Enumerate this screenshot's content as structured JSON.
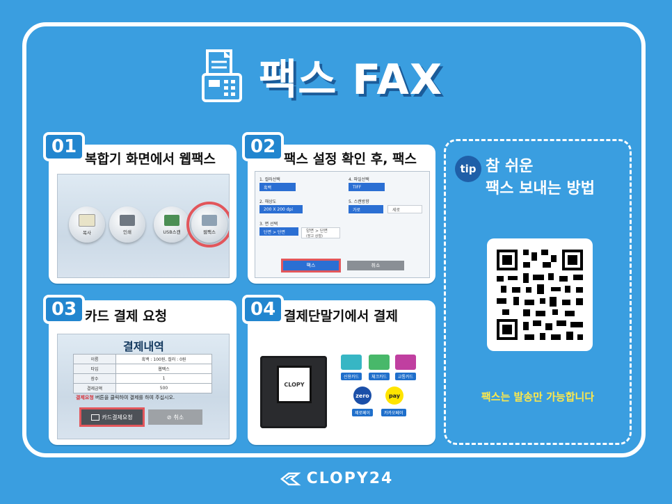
{
  "title": {
    "text": "팩스 FAX"
  },
  "steps": [
    {
      "num": "01",
      "title": "복합기 화면에서 웹팩스",
      "buttons": [
        {
          "label": "복사"
        },
        {
          "label": "인쇄"
        },
        {
          "label": "USB스캔"
        },
        {
          "label": "웹팩스"
        }
      ]
    },
    {
      "num": "02",
      "title": "팩스 설정 확인 후, 팩스",
      "settings": {
        "color_label": "1. 컬러선택",
        "color_value": "흑백",
        "file_label": "4. 파일선택",
        "file_value": "TIFF",
        "resolution_label": "2. 해상도",
        "resolution_value": "200 X 200 dpi",
        "scan_label": "5. 스캔방향",
        "scan_value_1": "가로",
        "scan_value_2": "세로",
        "side_label": "3. 면 선택",
        "side_value_1": "단면 > 단면",
        "side_value_2": "양면 > 단면",
        "side_value_2_sub": "(장고 상철)",
        "fax_button": "팩스",
        "cancel_button": "취소"
      }
    },
    {
      "num": "03",
      "title": "카드 결제 요청",
      "payment": {
        "heading": "결제내역",
        "rows": [
          {
            "key": "이름",
            "value": "흑백 : 100원, 컬러 : 0원"
          },
          {
            "key": "타입",
            "value": "웹팩스"
          },
          {
            "key": "장수",
            "value": "1"
          },
          {
            "key": "결제금액",
            "value": "500"
          }
        ],
        "note_highlight": "결제요청",
        "note_rest": " 버튼을 클릭하여 결제를 하여 주십시오.",
        "request_button": "카드결제요청",
        "cancel_button": "취소"
      }
    },
    {
      "num": "04",
      "title": "결제단말기에서 결제",
      "terminal": {
        "brand": "CLOPY",
        "cards": [
          {
            "label": "신용카드",
            "color": "#37b6c4"
          },
          {
            "label": "체크카드",
            "color": "#48b86a"
          },
          {
            "label": "교통카드",
            "color": "#c03fa0"
          }
        ],
        "pays": [
          {
            "label": "제로페이",
            "badge": "zero"
          },
          {
            "label": "카카오페이",
            "badge": "pay"
          }
        ]
      }
    }
  ],
  "tip": {
    "badge": "tip",
    "line1": "참 쉬운",
    "line2": "팩스 보내는 방법",
    "note": "팩스는 발송만 가능합니다"
  },
  "footer": {
    "brand": "CLOPY24"
  },
  "colors": {
    "background": "#3a9ee0",
    "step_badge": "#2286cf",
    "highlight": "#e2565b",
    "note_yellow": "#ffe94a"
  }
}
